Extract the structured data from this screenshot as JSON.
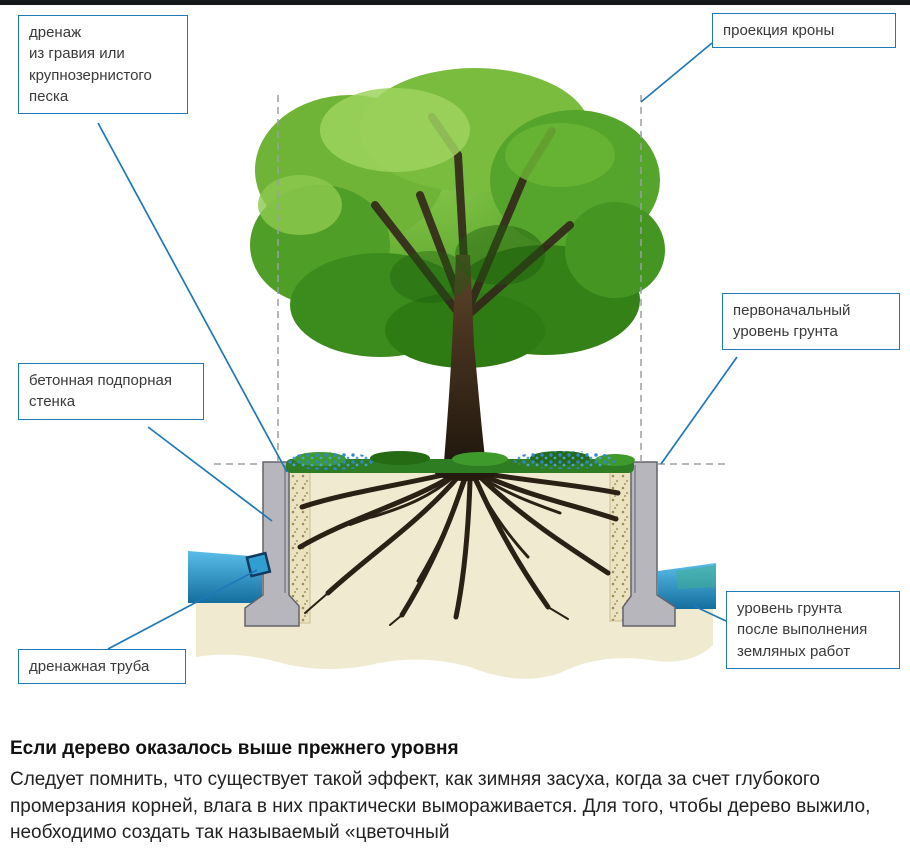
{
  "diagram": {
    "labels": {
      "drainage": "дренаж\nиз гравия или\nкрупнозернистого\nпеска",
      "crown_projection": "проекция кроны",
      "original_ground_level": "первоначальный\nуровень грунта",
      "retaining_wall": "бетонная подпорная\nстенка",
      "drain_pipe": "дренажная труба",
      "final_ground_level": "уровень грунта\nпосле выполнения\nземляных работ"
    }
  },
  "article": {
    "heading": "Если дерево оказалось выше прежнего уровня",
    "body": "Следует помнить, что существует такой эффект, как зимняя засуха, когда за счет глубокого промерзания корней, влага в них практически вымораживается. Для того, чтобы дерево выжило, необходимо создать так называемый «цветочный"
  },
  "colors": {
    "accent": "#1f78b8",
    "foliage": "#56a32b",
    "soil": "#efead0",
    "concrete": "#b6b6bc",
    "water": "#2e9fd0"
  }
}
